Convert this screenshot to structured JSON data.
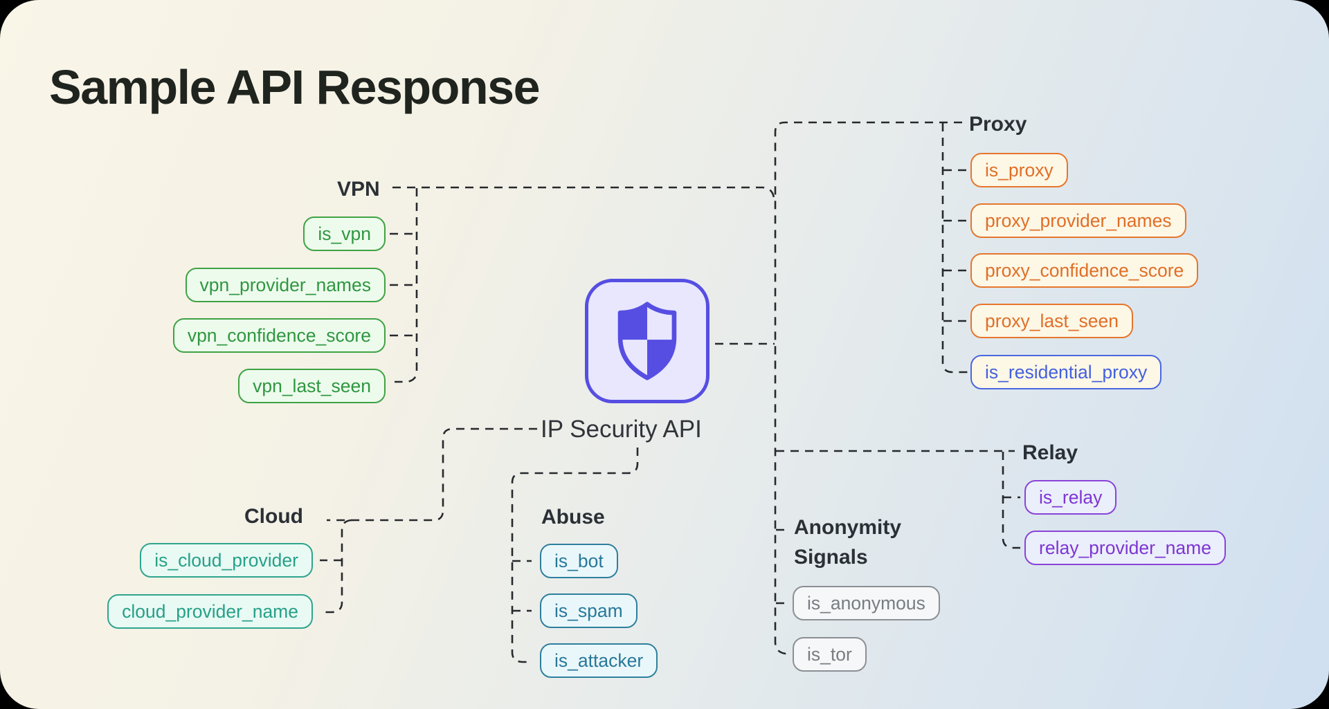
{
  "title": "Sample API Response",
  "center": {
    "label": "IP Security API",
    "icon": "shield-checkered-icon"
  },
  "palette": {
    "green": {
      "border": "#3fa244",
      "text": "#2f9740",
      "fill": "#edfbed"
    },
    "orange": {
      "border": "#e5762d",
      "text": "#e06f27",
      "fill": "#fdf7e6"
    },
    "blue": {
      "border": "#4a66e0",
      "text": "#4360de",
      "fill": "#fdf7e6"
    },
    "purple": {
      "border": "#8a42d8",
      "text": "#7f35d2",
      "fill": "#eaeffb"
    },
    "gray": {
      "border": "#8b8f94",
      "text": "#787d82",
      "fill": "#f6f7f8"
    },
    "tealblue": {
      "border": "#2d7f9d",
      "text": "#27789a",
      "fill": "#eaf7fa"
    },
    "teal": {
      "border": "#2fa48e",
      "text": "#27a089",
      "fill": "#e8faf3"
    },
    "indigo": {
      "border": "#564ee2",
      "fill": "#e8e7fd"
    },
    "line": "#26292c"
  },
  "groups": [
    {
      "id": "vpn",
      "label": "VPN",
      "fields": [
        {
          "name": "is_vpn",
          "color": "green"
        },
        {
          "name": "vpn_provider_names",
          "color": "green"
        },
        {
          "name": "vpn_confidence_score",
          "color": "green"
        },
        {
          "name": "vpn_last_seen",
          "color": "green"
        }
      ]
    },
    {
      "id": "proxy",
      "label": "Proxy",
      "fields": [
        {
          "name": "is_proxy",
          "color": "orange"
        },
        {
          "name": "proxy_provider_names",
          "color": "orange"
        },
        {
          "name": "proxy_confidence_score",
          "color": "orange"
        },
        {
          "name": "proxy_last_seen",
          "color": "orange"
        },
        {
          "name": "is_residential_proxy",
          "color": "blue"
        }
      ]
    },
    {
      "id": "relay",
      "label": "Relay",
      "fields": [
        {
          "name": "is_relay",
          "color": "purple"
        },
        {
          "name": "relay_provider_name",
          "color": "purple"
        }
      ]
    },
    {
      "id": "anonymity",
      "label": "Anonymity Signals",
      "fields": [
        {
          "name": "is_anonymous",
          "color": "gray"
        },
        {
          "name": "is_tor",
          "color": "gray"
        }
      ]
    },
    {
      "id": "abuse",
      "label": "Abuse",
      "fields": [
        {
          "name": "is_bot",
          "color": "tealblue"
        },
        {
          "name": "is_spam",
          "color": "tealblue"
        },
        {
          "name": "is_attacker",
          "color": "tealblue"
        }
      ]
    },
    {
      "id": "cloud",
      "label": "Cloud",
      "fields": [
        {
          "name": "is_cloud_provider",
          "color": "teal"
        },
        {
          "name": "cloud_provider_name",
          "color": "teal"
        }
      ]
    }
  ]
}
